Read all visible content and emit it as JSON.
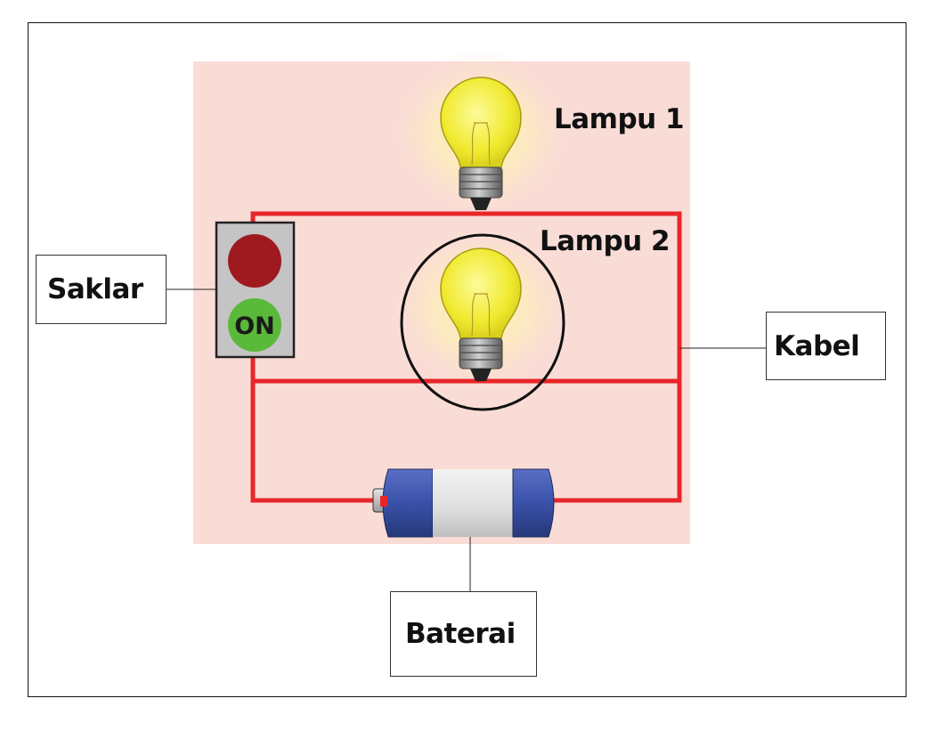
{
  "labels": {
    "lampu1": "Lampu 1",
    "lampu2": "Lampu 2",
    "saklar": "Saklar",
    "kabel": "Kabel",
    "baterai": "Baterai"
  },
  "switch": {
    "on_text": "ON"
  },
  "colors": {
    "background_panel": "#fadcd6",
    "wire": "#e8262a",
    "switch_body": "#c4c4c4",
    "switch_red": "#9e1a1f",
    "switch_green": "#5ab83a",
    "bulb_glass": "#f3ee3a",
    "bulb_glow": "#fff6a0",
    "battery_blue": "#3a51a8",
    "battery_middle": "#e2e2e2"
  },
  "icons": [
    "light-bulb-icon",
    "switch-icon",
    "battery-icon"
  ]
}
